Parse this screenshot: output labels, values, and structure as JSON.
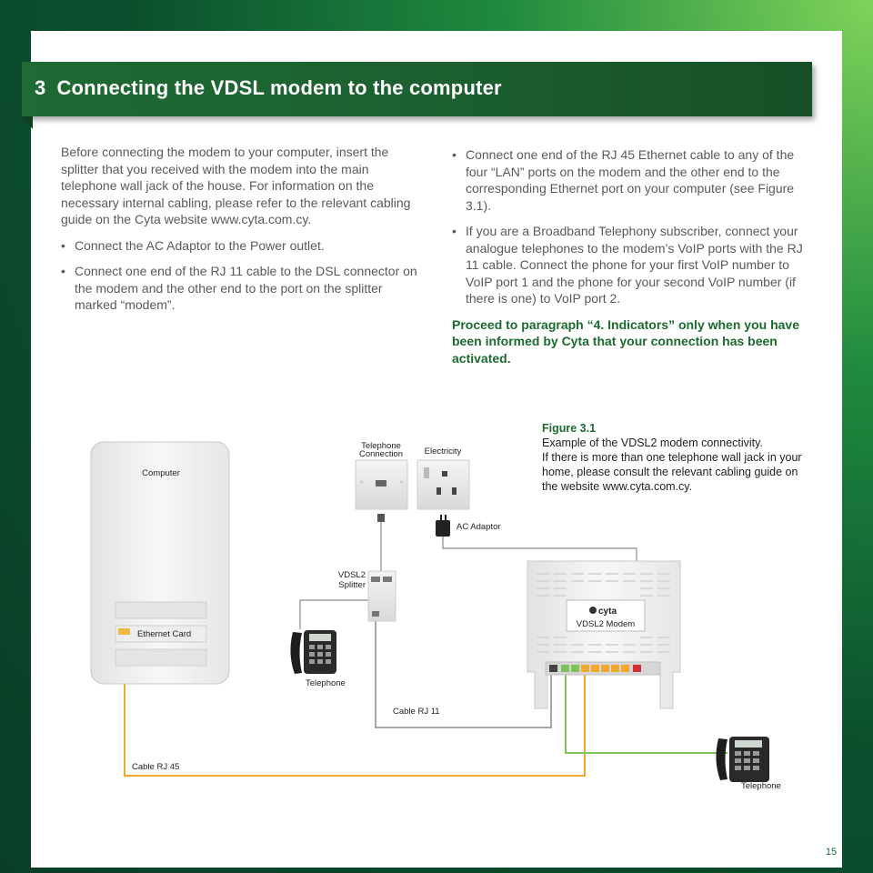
{
  "chapter": {
    "number": "3",
    "title": "Connecting the VDSL modem to the computer"
  },
  "left_column": {
    "intro": "Before connecting the modem to your computer, insert the splitter that you received with the modem into the main telephone wall jack of the house. For information on the necessary internal cabling, please refer to the relevant cabling guide on the Cyta website www.cyta.com.cy.",
    "bullets": [
      "Connect the AC Adaptor to the Power outlet.",
      "Connect one end of the RJ 11 cable to the DSL connector on the modem and the other end to the port on the splitter marked “modem”."
    ]
  },
  "right_column": {
    "bullets": [
      "Connect one end of the RJ 45 Ethernet cable to any of the four “LAN” ports on the modem and the other end to the corresponding Ethernet port on your computer (see Figure 3.1).",
      "If you are a Broadband Telephony subscriber, connect your analogue telephones to the modem’s VoIP ports with the RJ 11 cable. Connect the phone for your first VoIP number to VoIP port 1 and the phone for your second VoIP number (if there is one) to VoIP port 2."
    ],
    "note": "Proceed to paragraph “4. Indicators” only when you have been informed by Cyta that your connection has been activated."
  },
  "figure": {
    "title": "Figure 3.1",
    "line1": "Example of the VDSL2 modem connectivity.",
    "line2": "If there is more than one telephone wall jack in your home, please consult the relevant cabling guide on the website www.cyta.com.cy."
  },
  "diagram": {
    "computer": "Computer",
    "ethernet_card": "Ethernet Card",
    "telephone_connection_1": "Telephone",
    "telephone_connection_2": "Connection",
    "electricity": "Electricity",
    "ac_adaptor": "AC Adaptor",
    "splitter_1": "VDSL2",
    "splitter_2": "Splitter",
    "telephone_left": "Telephone",
    "cable_rj11": "Cable RJ 11",
    "cable_rj45": "Cable RJ 45",
    "telephone_right": "Telephone",
    "modem_brand": "cyta",
    "modem_label": "VDSL2 Modem"
  },
  "page_number": "15",
  "colors": {
    "green_bar": "#1e6b33",
    "cable_orange": "#f0a830",
    "cable_green": "#7cc35a",
    "cable_grey": "#8a8a8a"
  }
}
